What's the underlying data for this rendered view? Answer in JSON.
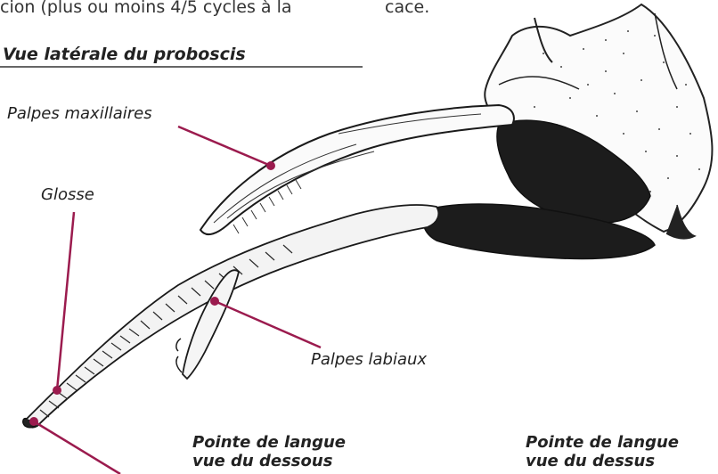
{
  "top_text": {
    "left_fragment": "cion (plus ou moins 4/5 cycles à la",
    "right_fragment": "cace."
  },
  "section_title": "Vue latérale du proboscis",
  "labels": {
    "palpes_maxillaires": "Palpes maxillaires",
    "glosse": "Glosse",
    "palpes_labiaux": "Palpes labiaux"
  },
  "captions": {
    "underside_line1": "Pointe de langue",
    "underside_line2": "vue du dessous",
    "topside_line1": "Pointe de langue",
    "topside_line2": "vue du dessus"
  },
  "colors": {
    "leader_line": "#9b1b4e",
    "ink": "#1a1a1a"
  }
}
